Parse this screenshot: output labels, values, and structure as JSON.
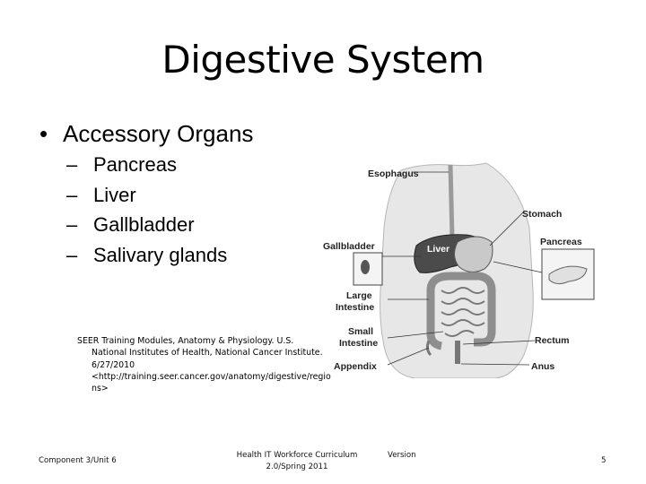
{
  "slide": {
    "title": "Digestive System",
    "bullet": "Accessory Organs",
    "bullet_marker": "•",
    "dash": "–",
    "subitems": [
      "Pancreas",
      "Liver",
      "Gallbladder",
      "Salivary glands"
    ]
  },
  "citation": {
    "lines": [
      "SEER Training Modules, Anatomy & Physiology.  U.S.",
      "National Institutes of Health, National Cancer Institute.",
      "6/27/2010",
      "<http://training.seer.cancer.gov/anatomy/digestive/regio",
      "ns>"
    ]
  },
  "figure": {
    "labels": {
      "esophagus": "Esophagus",
      "stomach": "Stomach",
      "pancreas": "Pancreas",
      "gallbladder": "Gallbladder",
      "liver": "Liver",
      "large_intestine_1": "Large",
      "large_intestine_2": "Intestine",
      "small_intestine_1": "Small",
      "small_intestine_2": "Intestine",
      "rectum": "Rectum",
      "appendix": "Appendix",
      "anus": "Anus"
    }
  },
  "footer": {
    "left": "Component 3/Unit 6",
    "center_line1": "Health IT Workforce Curriculum",
    "center_line2": "2.0/Spring 2011",
    "version": "Version",
    "page": "5"
  }
}
